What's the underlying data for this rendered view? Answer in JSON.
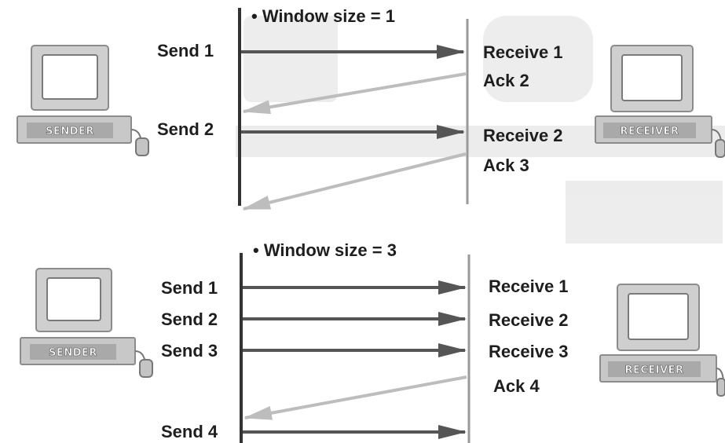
{
  "window1": {
    "title": "• Window size = 1",
    "sender_tag": "SENDER",
    "receiver_tag": "RECEIVER",
    "events": [
      {
        "send": "Send 1",
        "receive": "Receive 1",
        "ack": "Ack 2"
      },
      {
        "send": "Send 2",
        "receive": "Receive 2",
        "ack": "Ack 3"
      }
    ]
  },
  "window3": {
    "title": "• Window size = 3",
    "sender_tag": "SENDER",
    "receiver_tag": "RECEIVER",
    "sends": [
      "Send 1",
      "Send 2",
      "Send 3"
    ],
    "receives": [
      "Receive 1",
      "Receive 2",
      "Receive 3"
    ],
    "ack": "Ack 4",
    "final_send": "Send 4"
  }
}
